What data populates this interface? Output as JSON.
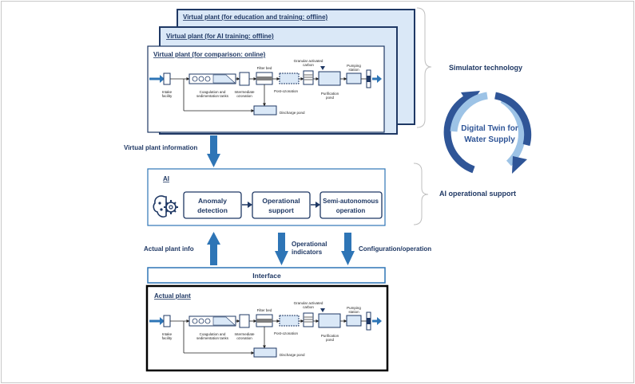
{
  "virtual_plants": {
    "education": "Virtual plant (for education and training: offline)",
    "ai_training": "Virtual plant (for AI training: offline)",
    "comparison": "Virtual plant (for comparison: online)"
  },
  "actual_plant": {
    "title": "Actual plant"
  },
  "process": {
    "intake": [
      "Intake",
      "facility"
    ],
    "coagulation": [
      "Coagulation and",
      "sedimentation tanks"
    ],
    "intermediate": [
      "Intermediate",
      "ozonation"
    ],
    "filter": "Filter bed",
    "gac": [
      "Granular activated",
      "carbon"
    ],
    "post_ozonation": "Post-ozonation",
    "purification": [
      "Purification",
      "pond"
    ],
    "pumping": [
      "Pumping",
      "station"
    ],
    "discharge": "Discharge pond"
  },
  "side_labels": {
    "simulator": "Simulator technology",
    "ai_support": "AI operational support"
  },
  "cycle": {
    "line1": "Digital Twin for",
    "line2": "Water Supply"
  },
  "flows": {
    "virtual_info": "Virtual plant information",
    "actual_info": "Actual plant info",
    "indicators": [
      "Operational",
      "indicators"
    ],
    "config": "Configuration/operation"
  },
  "ai": {
    "title": "AI",
    "modules": [
      [
        "Anomaly",
        "detection"
      ],
      [
        "Operational",
        "support"
      ],
      [
        "Semi-autonomous",
        "operation"
      ]
    ]
  },
  "interface": {
    "label": "Interface"
  },
  "colors": {
    "navy": "#1f3864",
    "arrow_blue": "#2e75b6",
    "panel_fill": "#dae8f7",
    "cycle_light": "#9dc3e6",
    "cycle_dark": "#2f5597"
  }
}
